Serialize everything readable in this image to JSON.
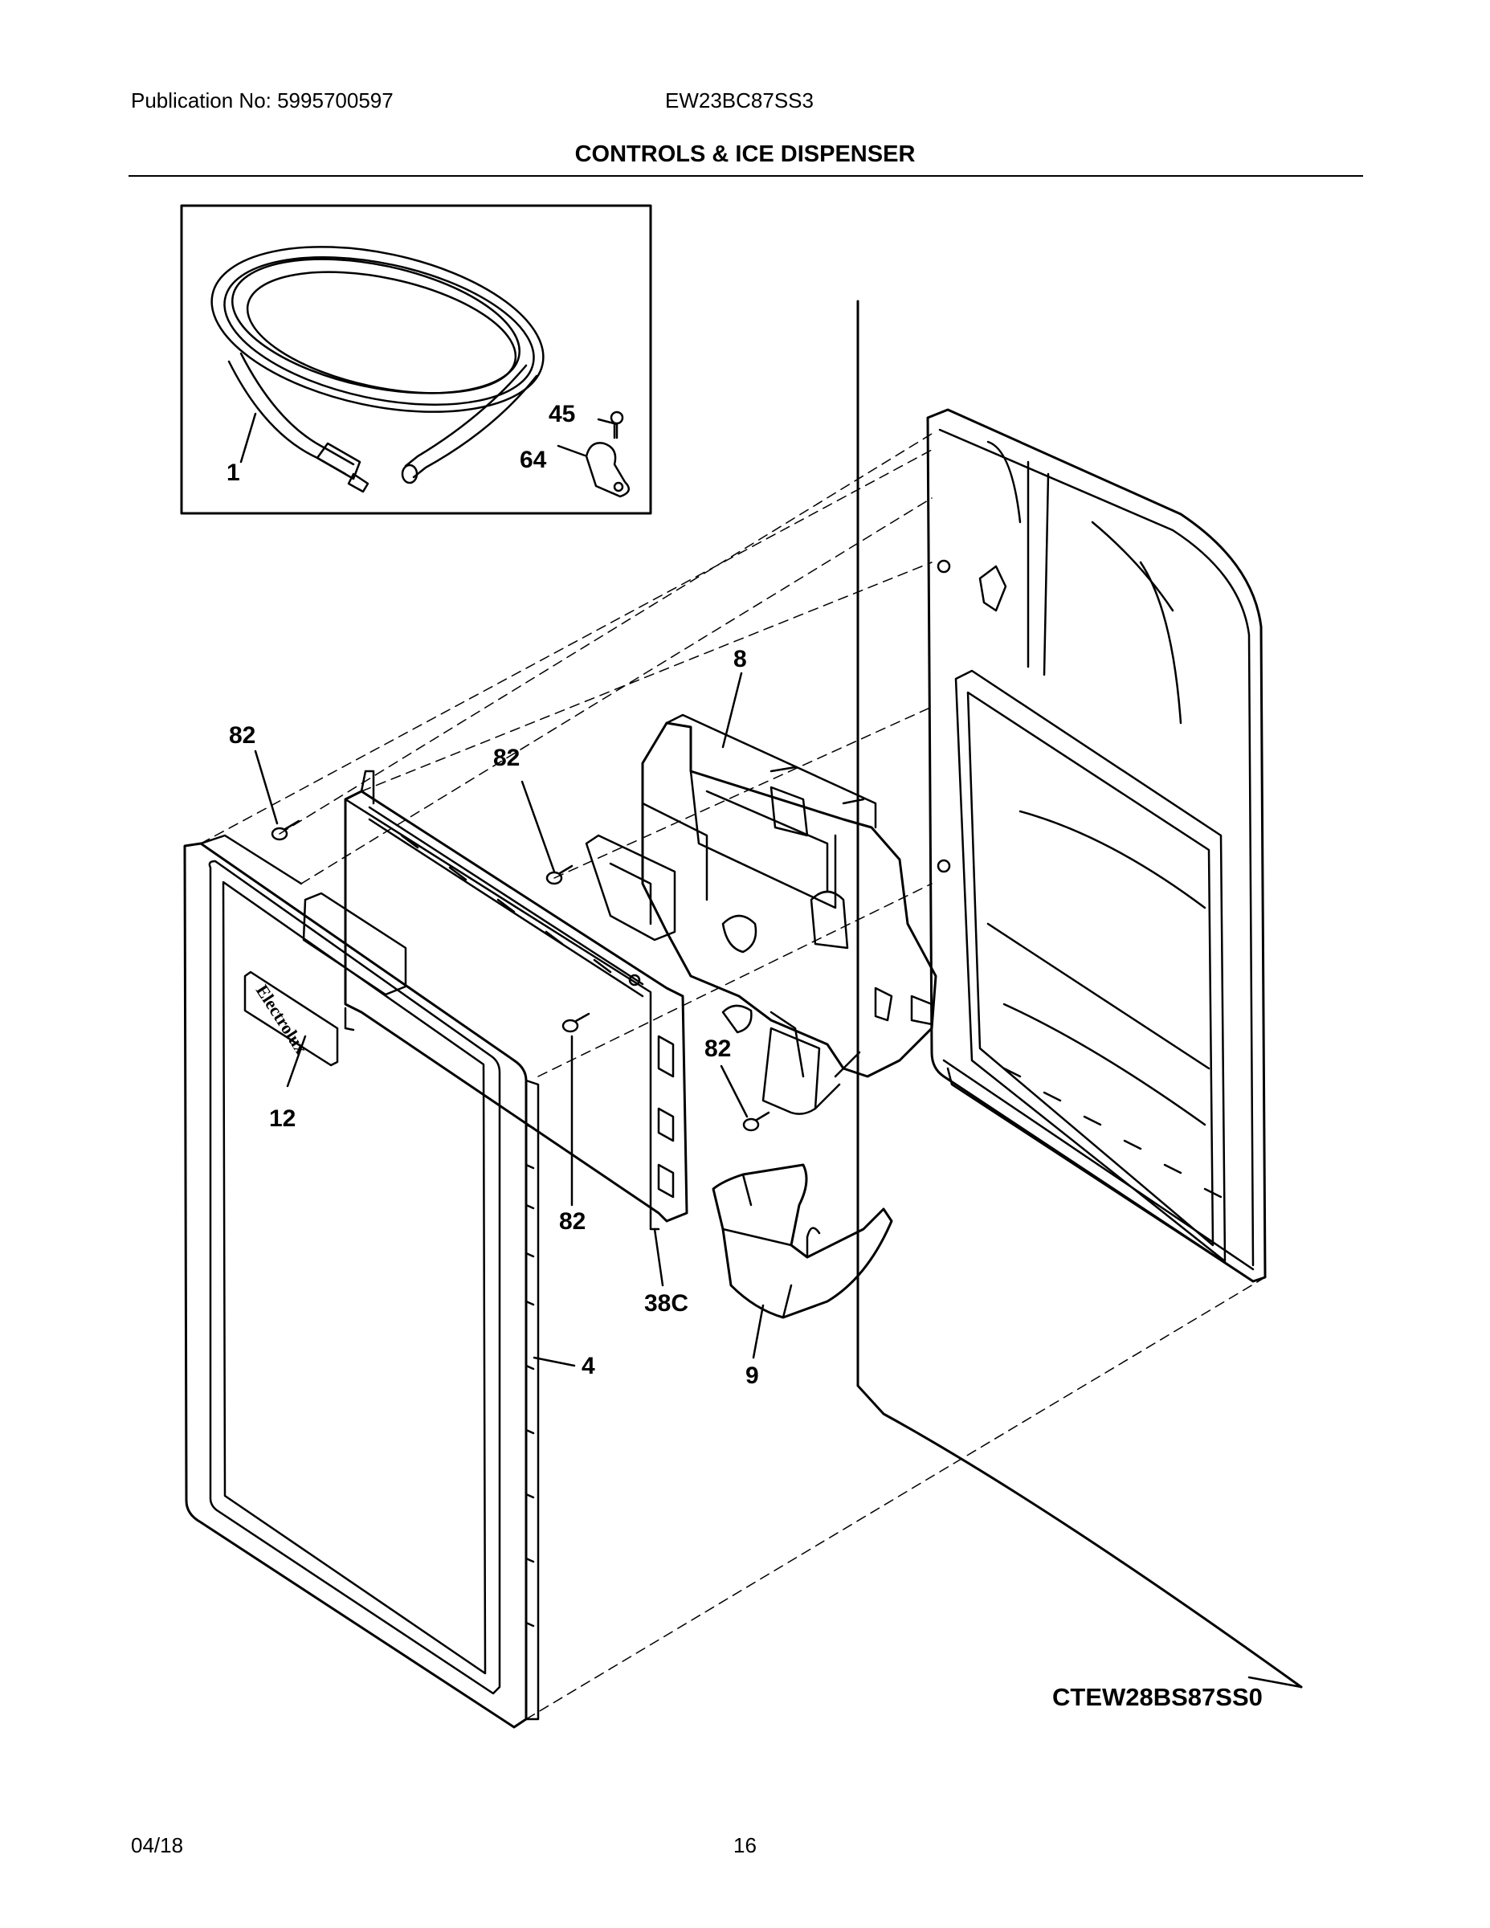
{
  "header": {
    "publication": "Publication No: 5995700597",
    "model": "EW23BC87SS3",
    "title": "CONTROLS & ICE DISPENSER"
  },
  "diagram": {
    "callouts": {
      "c1": "1",
      "c45": "45",
      "c64": "64",
      "c8": "8",
      "c82a": "82",
      "c82b": "82",
      "c82c": "82",
      "c82d": "82",
      "c12": "12",
      "c38c": "38C",
      "c4": "4",
      "c9": "9"
    },
    "reference_code": "CTEW28BS87SS0",
    "logo_text": "Electrolux"
  },
  "footer": {
    "date": "04/18",
    "page": "16"
  }
}
